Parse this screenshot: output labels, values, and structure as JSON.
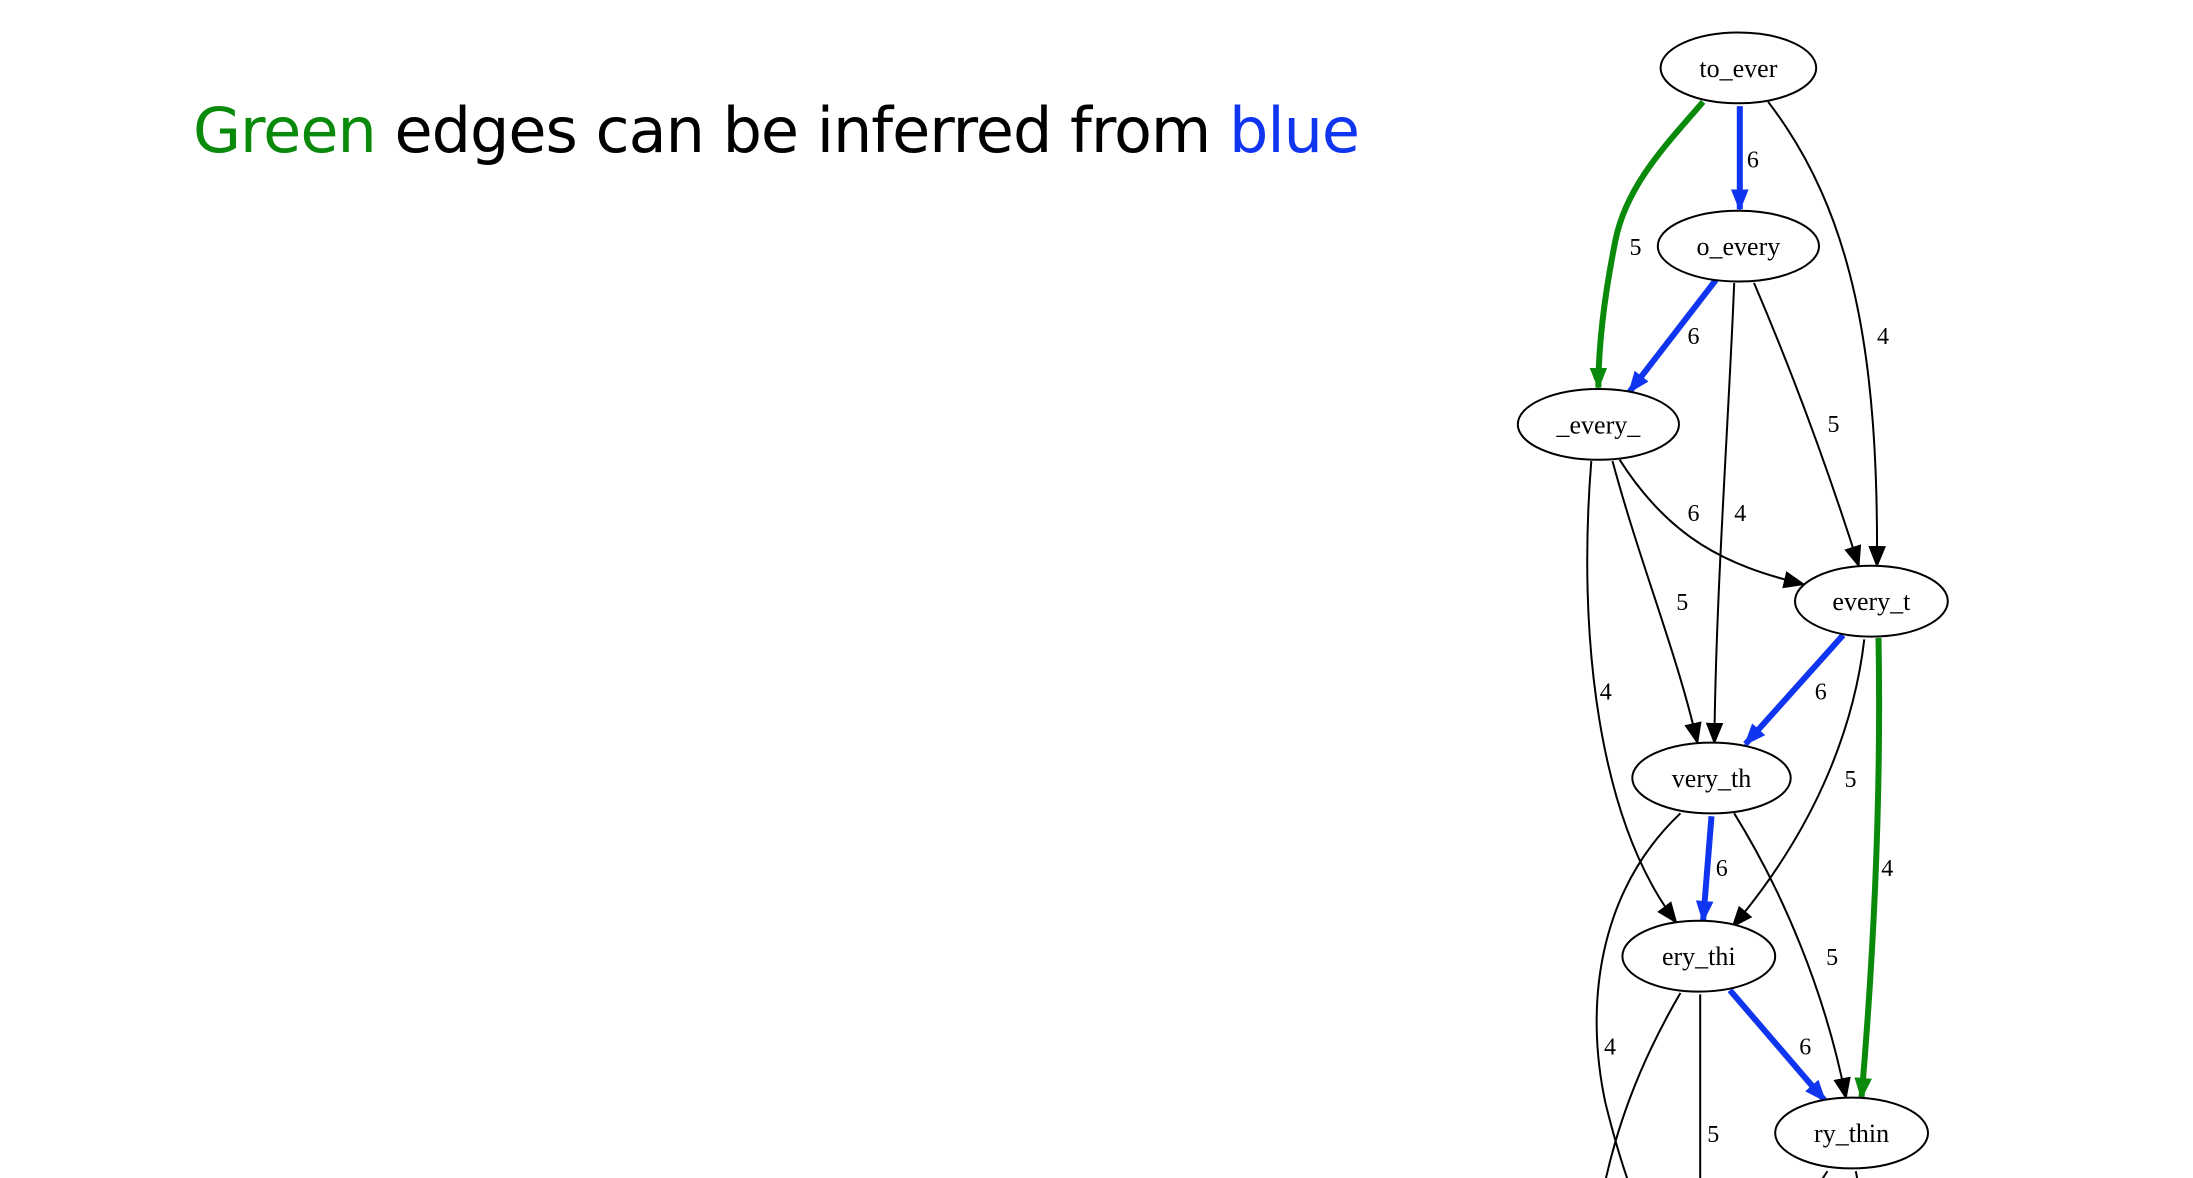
{
  "caption": {
    "part1": "Green",
    "part2": " edges can be inferred from ",
    "part3": "blue"
  },
  "colors": {
    "green": "#0a8a0a",
    "blue": "#0f35f0",
    "black": "#000000"
  },
  "graph": {
    "nodes": [
      {
        "id": "to_ever",
        "label": "to_ever"
      },
      {
        "id": "o_every",
        "label": "o_every"
      },
      {
        "id": "_every_",
        "label": "_every_"
      },
      {
        "id": "every_t",
        "label": "every_t"
      },
      {
        "id": "very_th",
        "label": "very_th"
      },
      {
        "id": "ery_thi",
        "label": "ery_thi"
      },
      {
        "id": "ry_thin",
        "label": "ry_thin"
      }
    ],
    "edges": [
      {
        "id": "e1",
        "from": "to_ever",
        "to": "o_every",
        "weight": "6",
        "color": "blue"
      },
      {
        "id": "e2",
        "from": "to_ever",
        "to": "_every_",
        "weight": "5",
        "color": "green"
      },
      {
        "id": "e3",
        "from": "to_ever",
        "to": "every_t",
        "weight": "4",
        "color": "black"
      },
      {
        "id": "e4",
        "from": "o_every",
        "to": "_every_",
        "weight": "6",
        "color": "blue"
      },
      {
        "id": "e5",
        "from": "o_every",
        "to": "every_t",
        "weight": "5",
        "color": "black"
      },
      {
        "id": "e6",
        "from": "o_every",
        "to": "very_th",
        "weight": "4",
        "color": "black"
      },
      {
        "id": "e7",
        "from": "_every_",
        "to": "every_t",
        "weight": "6",
        "color": "black"
      },
      {
        "id": "e8",
        "from": "_every_",
        "to": "very_th",
        "weight": "5",
        "color": "black"
      },
      {
        "id": "e9",
        "from": "_every_",
        "to": "ery_thi",
        "weight": "4",
        "color": "black"
      },
      {
        "id": "e10",
        "from": "every_t",
        "to": "very_th",
        "weight": "6",
        "color": "blue"
      },
      {
        "id": "e11",
        "from": "every_t",
        "to": "ery_thi",
        "weight": "5",
        "color": "black"
      },
      {
        "id": "e12",
        "from": "every_t",
        "to": "ry_thin",
        "weight": "4",
        "color": "green"
      },
      {
        "id": "e13",
        "from": "very_th",
        "to": "ery_thi",
        "weight": "6",
        "color": "blue"
      },
      {
        "id": "e14",
        "from": "very_th",
        "to": "ry_thin",
        "weight": "5",
        "color": "black"
      },
      {
        "id": "e15",
        "from": "very_th",
        "to": "offscreen",
        "weight": "4",
        "color": "black"
      },
      {
        "id": "e16",
        "from": "ery_thi",
        "to": "ry_thin",
        "weight": "6",
        "color": "blue"
      },
      {
        "id": "e17",
        "from": "ery_thi",
        "to": "offscreen",
        "weight": "5",
        "color": "black"
      },
      {
        "id": "e18",
        "from": "ery_thi",
        "to": "offscreen",
        "weight": "",
        "color": "black"
      },
      {
        "id": "e19",
        "from": "ry_thin",
        "to": "offscreen",
        "weight": "",
        "color": "black"
      },
      {
        "id": "e20",
        "from": "ry_thin",
        "to": "offscreen",
        "weight": "",
        "color": "black"
      }
    ]
  }
}
